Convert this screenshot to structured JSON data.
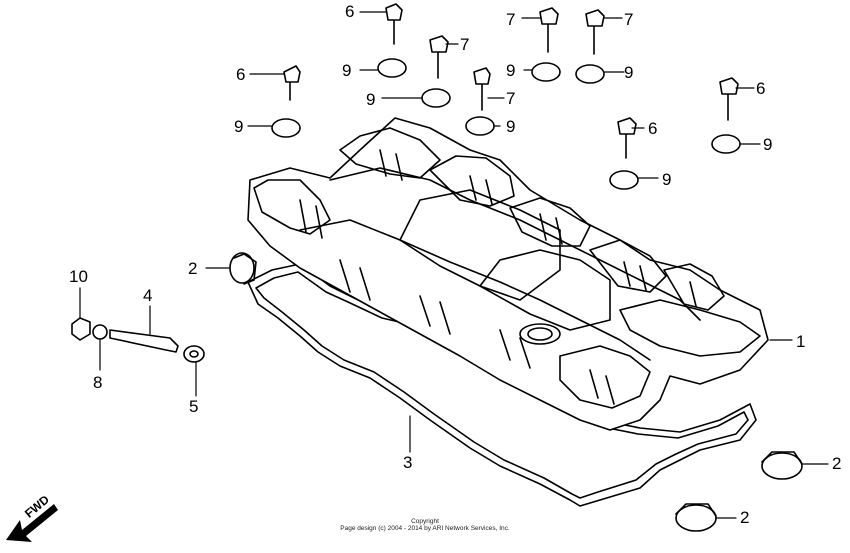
{
  "diagram": {
    "callouts": [
      {
        "id": "c6a",
        "text": "6"
      },
      {
        "id": "c6b",
        "text": "6"
      },
      {
        "id": "c6c",
        "text": "6"
      },
      {
        "id": "c6d",
        "text": "6"
      },
      {
        "id": "c7a",
        "text": "7"
      },
      {
        "id": "c7b",
        "text": "7"
      },
      {
        "id": "c7c",
        "text": "7"
      },
      {
        "id": "c7d",
        "text": "7"
      },
      {
        "id": "c9a",
        "text": "9"
      },
      {
        "id": "c9b",
        "text": "9"
      },
      {
        "id": "c9c",
        "text": "9"
      },
      {
        "id": "c9d",
        "text": "9"
      },
      {
        "id": "c9e",
        "text": "9"
      },
      {
        "id": "c9f",
        "text": "9"
      },
      {
        "id": "c9g",
        "text": "9"
      },
      {
        "id": "c9h",
        "text": "9"
      },
      {
        "id": "c1",
        "text": "1"
      },
      {
        "id": "c2a",
        "text": "2"
      },
      {
        "id": "c2b",
        "text": "2"
      },
      {
        "id": "c2c",
        "text": "2"
      },
      {
        "id": "c3",
        "text": "3"
      },
      {
        "id": "c4",
        "text": "4"
      },
      {
        "id": "c5",
        "text": "5"
      },
      {
        "id": "c8",
        "text": "8"
      },
      {
        "id": "c10",
        "text": "10"
      }
    ],
    "direction_label": "FWD",
    "footer": {
      "line1": "Copyright",
      "line2": "Page design (c) 2004 - 2014 by ARI Network Services, Inc."
    }
  }
}
